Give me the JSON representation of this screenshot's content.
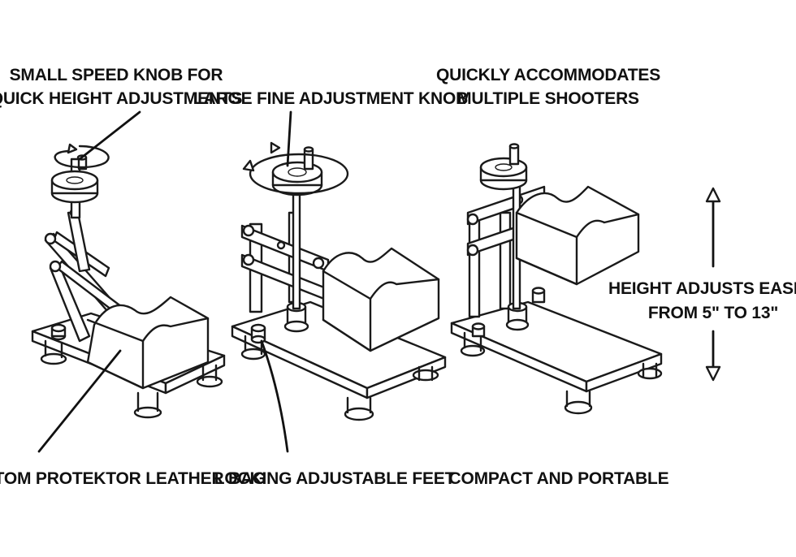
{
  "labels": {
    "speed_knob_line1": "SMALL SPEED KNOB FOR",
    "speed_knob_line2": "QUICK HEIGHT ADJUSTMENTS",
    "fine_knob": "LARGE FINE ADJUSTMENT KNOB",
    "shooters_line1": "QUICKLY ACCOMMODATES",
    "shooters_line2": "MULTIPLE SHOOTERS",
    "height_line1": "HEIGHT ADJUSTS EASILY",
    "height_line2": "FROM 5\" TO 13\"",
    "leather_bag": "CUSTOM PROTEKTOR LEATHER BAG",
    "feet": "LOCKING ADJUSTABLE FEET",
    "portable": "COMPACT AND PORTABLE"
  },
  "colors": {
    "ink": "#1a1a1a",
    "background": "#ffffff"
  },
  "icons": [
    "rotation-arrow-icon",
    "double-arrow-icon"
  ]
}
